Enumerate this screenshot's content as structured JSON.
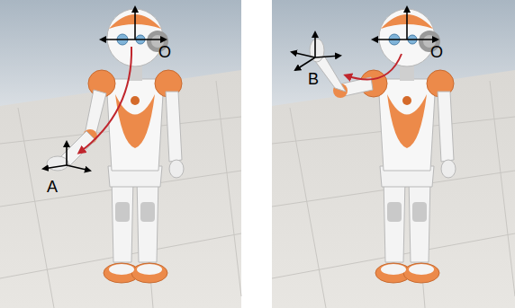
{
  "diagram": {
    "labels": [
      "O",
      "A",
      "O",
      "B"
    ]
  }
}
